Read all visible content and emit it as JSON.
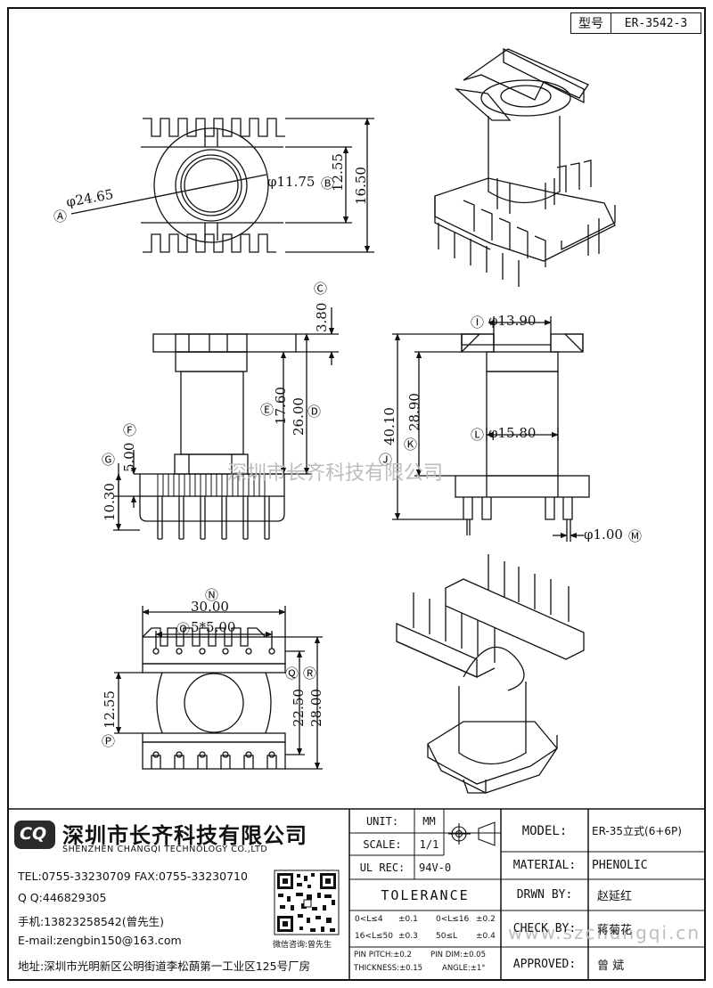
{
  "part_label": {
    "key": "型号",
    "value": "ER-3542-3"
  },
  "dims": {
    "a": "Ⓐ",
    "a_val": "φ24.65",
    "b_val": "φ11.75",
    "b": "Ⓑ",
    "h1": "12.55",
    "h2": "16.50",
    "c": "Ⓒ",
    "c_val": "3.80",
    "e": "Ⓔ",
    "e_val": "17.60",
    "d": "Ⓓ",
    "d_val": "26.00",
    "f": "Ⓕ",
    "f_val": "5.00",
    "g": "Ⓖ",
    "g_val": "10.30",
    "i": "Ⓘ",
    "i_val": "φ13.90",
    "j": "Ⓙ",
    "j_val": "40.10",
    "k": "Ⓚ",
    "k_val": "28.90",
    "l": "Ⓛ",
    "l_val": "φ15.80",
    "m_val": "φ1.00",
    "m": "Ⓜ",
    "n": "Ⓝ",
    "n_val": "30.00",
    "o": "Ⓞ",
    "o_val": "5*5.00",
    "p": "Ⓟ",
    "p_val": "12.55",
    "q": "Ⓠ",
    "q_val": "22.50",
    "r": "Ⓡ",
    "r_val": "28.00"
  },
  "watermark_center": "深圳市长齐科技有限公司",
  "watermark_bottom": "www.szchangqi.cn",
  "company": {
    "logo_text": "CQ",
    "name_cn": "深圳市长齐科技有限公司",
    "name_en": "SHENZHEN CHANGQI TECHNOLOGY CO.,LTD",
    "tel": "TEL:0755-33230709 FAX:0755-33230710",
    "qq": "Q Q:446829305",
    "mobile": "手机:13823258542(曾先生)",
    "email": "E-mail:zengbin150@163.com",
    "address": "地址:深圳市光明新区公明街道李松蓢第一工业区125号厂房",
    "qr_caption": "微信咨询:曾先生"
  },
  "spec": {
    "unit_label": "UNIT:",
    "unit_value": "MM",
    "scale_label": "SCALE:",
    "scale_value": "1/1",
    "ulrec_label": "UL REC:",
    "ulrec_value": "94V-0",
    "tolerance_title": "TOLERANCE",
    "tol": [
      {
        "range": "0<L≤4",
        "val": "±0.1"
      },
      {
        "range": "0<L≤16",
        "val": "±0.2"
      },
      {
        "range": "16<L≤50",
        "val": "±0.3"
      },
      {
        "range": "50≤L",
        "val": "±0.4"
      }
    ],
    "pin_pitch": "PIN PITCH:±0.2",
    "pin_dim": "PIN DIM:±0.05",
    "thickness": "THICKNESS:±0.15",
    "angle": "ANGLE:±1°"
  },
  "title_block": {
    "model_label": "MODEL:",
    "model_value": "ER-35立式(6+6P)",
    "material_label": "MATERIAL:",
    "material_value": "PHENOLIC",
    "drawn_label": "DRWN BY:",
    "drawn_value": "赵延红",
    "check_label": "CHECK BY:",
    "check_value": "蒋菊花",
    "approved_label": "APPROVED:",
    "approved_value": "曾  斌"
  }
}
